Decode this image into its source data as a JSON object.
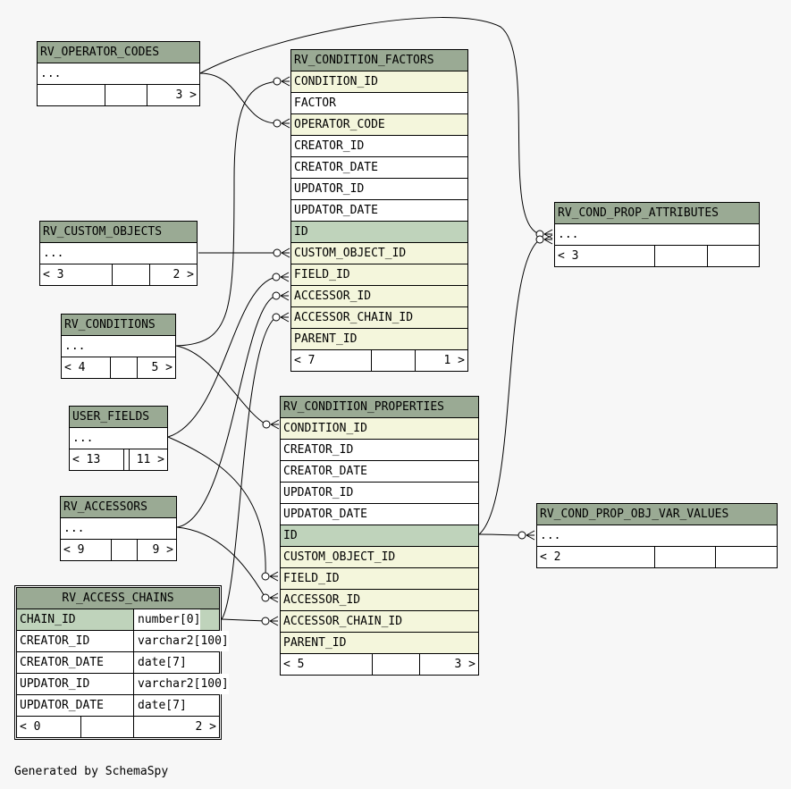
{
  "tables": {
    "rv_operator_codes": {
      "name": "RV_OPERATOR_CODES",
      "cols": [
        "..."
      ],
      "foot_left": "",
      "foot_right": "3 >"
    },
    "rv_condition_factors": {
      "name": "RV_CONDITION_FACTORS",
      "cols": [
        "CONDITION_ID",
        "FACTOR",
        "OPERATOR_CODE",
        "CREATOR_ID",
        "CREATOR_DATE",
        "UPDATOR_ID",
        "UPDATOR_DATE",
        "ID",
        "CUSTOM_OBJECT_ID",
        "FIELD_ID",
        "ACCESSOR_ID",
        "ACCESSOR_CHAIN_ID",
        "PARENT_ID"
      ],
      "foot_left": "< 7",
      "foot_right": "1 >"
    },
    "rv_custom_objects": {
      "name": "RV_CUSTOM_OBJECTS",
      "cols": [
        "..."
      ],
      "foot_left": "< 3",
      "foot_right": "2 >"
    },
    "rv_conditions": {
      "name": "RV_CONDITIONS",
      "cols": [
        "..."
      ],
      "foot_left": "< 4",
      "foot_right": "5 >"
    },
    "user_fields": {
      "name": "USER_FIELDS",
      "cols": [
        "..."
      ],
      "foot_left": "< 13",
      "foot_right": "11 >"
    },
    "rv_accessors": {
      "name": "RV_ACCESSORS",
      "cols": [
        "..."
      ],
      "foot_left": "< 9",
      "foot_right": "9 >"
    },
    "rv_access_chains": {
      "name": "RV_ACCESS_CHAINS",
      "cols": [
        "CHAIN_ID",
        "CREATOR_ID",
        "CREATOR_DATE",
        "UPDATOR_ID",
        "UPDATOR_DATE"
      ],
      "types": [
        "number[0]",
        "varchar2[100]",
        "date[7]",
        "varchar2[100]",
        "date[7]"
      ],
      "foot_left": "< 0",
      "foot_right": "2 >"
    },
    "rv_condition_properties": {
      "name": "RV_CONDITION_PROPERTIES",
      "cols": [
        "CONDITION_ID",
        "CREATOR_ID",
        "CREATOR_DATE",
        "UPDATOR_ID",
        "UPDATOR_DATE",
        "ID",
        "CUSTOM_OBJECT_ID",
        "FIELD_ID",
        "ACCESSOR_ID",
        "ACCESSOR_CHAIN_ID",
        "PARENT_ID"
      ],
      "foot_left": "< 5",
      "foot_right": "3 >"
    },
    "rv_cond_prop_attributes": {
      "name": "RV_COND_PROP_ATTRIBUTES",
      "cols": [
        "..."
      ],
      "foot_left": "< 3",
      "foot_right": ""
    },
    "rv_cond_prop_obj_var_values": {
      "name": "RV_COND_PROP_OBJ_VAR_VALUES",
      "cols": [
        "..."
      ],
      "foot_left": "< 2",
      "foot_right": ""
    }
  },
  "caption": "Generated by SchemaSpy",
  "colors": {
    "header": "#9aaa94",
    "fk_row": "#f4f6dc",
    "pk_row": "#bfd3bb",
    "background": "#f7f7f7"
  }
}
